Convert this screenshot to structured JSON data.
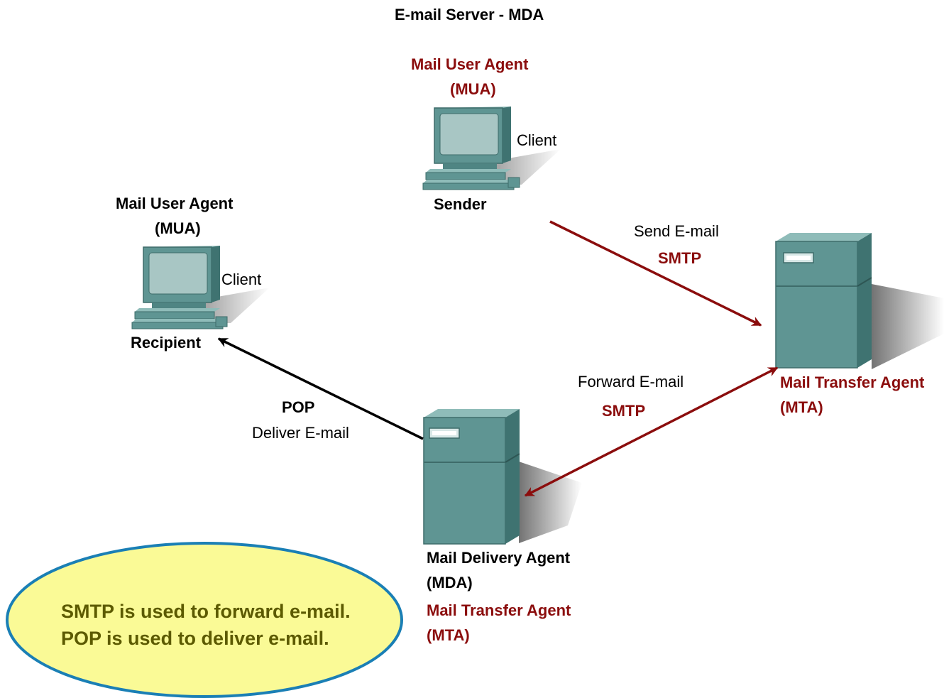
{
  "title": "E-mail Server - MDA",
  "sender": {
    "agent_line1": "Mail User Agent",
    "agent_line2": "(MUA)",
    "role": "Client",
    "name": "Sender"
  },
  "recipient": {
    "agent_line1": "Mail User Agent",
    "agent_line2": "(MUA)",
    "role": "Client",
    "name": "Recipient"
  },
  "mta_server": {
    "line1": "Mail Transfer Agent",
    "line2": "(MTA)"
  },
  "mda_server": {
    "line1": "Mail Delivery Agent",
    "line2": "(MDA)",
    "line3": "Mail Transfer Agent",
    "line4": "(MTA)"
  },
  "links": {
    "send": {
      "action": "Send E-mail",
      "protocol": "SMTP"
    },
    "forward": {
      "action": "Forward E-mail",
      "protocol": "SMTP"
    },
    "deliver": {
      "protocol": "POP",
      "action": "Deliver E-mail"
    }
  },
  "callout": {
    "line1": "SMTP is used to forward e-mail.",
    "line2": "POP is used to deliver e-mail."
  },
  "colors": {
    "protocol_red": "#8b0d0d",
    "device_teal": "#5f9593",
    "callout_fill": "#fafa96",
    "callout_border": "#1a7fb5",
    "callout_text": "#5c5a00"
  }
}
